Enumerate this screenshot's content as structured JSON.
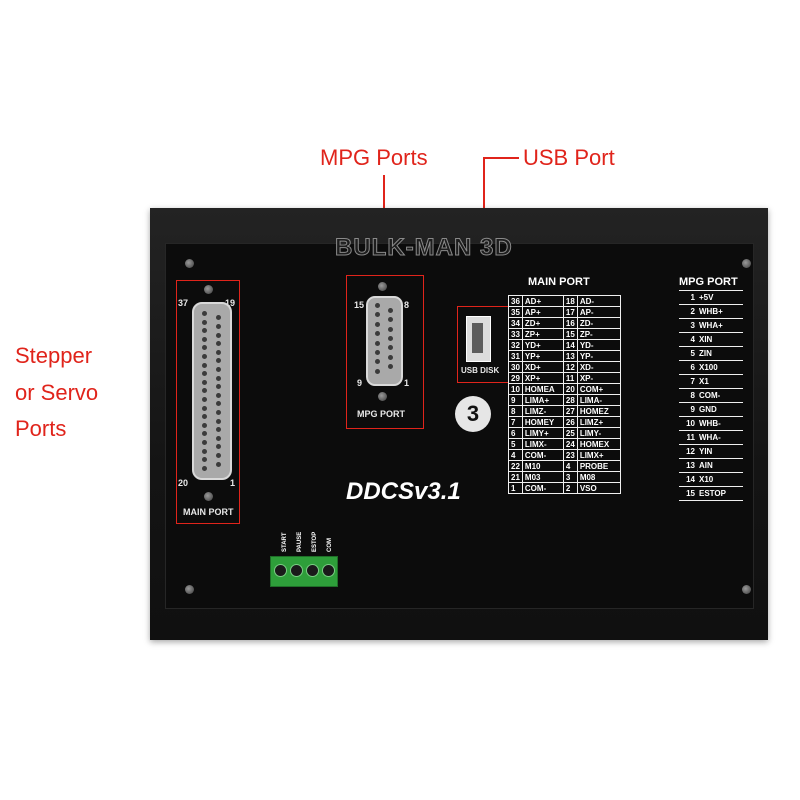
{
  "callouts": {
    "mpg": "MPG Ports",
    "usb": "USB Port",
    "stepper_1": "Stepper",
    "stepper_2": "or Servo",
    "stepper_3": "Ports"
  },
  "watermark": "BULK-MAN 3D",
  "device": {
    "model": "DDCSv3.1",
    "badge": "3",
    "main_connector": {
      "label": "MAIN PORT",
      "pin_tl": "37",
      "pin_tr": "19",
      "pin_bl": "20",
      "pin_br": "1"
    },
    "mpg_connector": {
      "label": "MPG PORT",
      "pin_tl": "15",
      "pin_tr": "8",
      "pin_bl": "9",
      "pin_br": "1"
    },
    "usb_label": "USB DISK",
    "terminal_labels": [
      "START",
      "PAUSE",
      "ESTOP",
      "COM"
    ]
  },
  "main_port": {
    "title": "MAIN PORT",
    "rows": [
      [
        "36",
        "AD+",
        "18",
        "AD-"
      ],
      [
        "35",
        "AP+",
        "17",
        "AP-"
      ],
      [
        "34",
        "ZD+",
        "16",
        "ZD-"
      ],
      [
        "33",
        "ZP+",
        "15",
        "ZP-"
      ],
      [
        "32",
        "YD+",
        "14",
        "YD-"
      ],
      [
        "31",
        "YP+",
        "13",
        "YP-"
      ],
      [
        "30",
        "XD+",
        "12",
        "XD-"
      ],
      [
        "29",
        "XP+",
        "11",
        "XP-"
      ],
      [
        "10",
        "HOMEA",
        "20",
        "COM+"
      ],
      [
        "9",
        "LIMA+",
        "28",
        "LIMA-"
      ],
      [
        "8",
        "LIMZ-",
        "27",
        "HOMEZ"
      ],
      [
        "7",
        "HOMEY",
        "26",
        "LIMZ+"
      ],
      [
        "6",
        "LIMY+",
        "25",
        "LIMY-"
      ],
      [
        "5",
        "LIMX-",
        "24",
        "HOMEX"
      ],
      [
        "4",
        "COM-",
        "23",
        "LIMX+"
      ],
      [
        "22",
        "M10",
        "4",
        "PROBE"
      ],
      [
        "21",
        "M03",
        "3",
        "M08"
      ],
      [
        "1",
        "COM-",
        "2",
        "VSO"
      ]
    ]
  },
  "mpg_port": {
    "title": "MPG PORT",
    "rows": [
      [
        "1",
        "+5V"
      ],
      [
        "2",
        "WHB+"
      ],
      [
        "3",
        "WHA+"
      ],
      [
        "4",
        "XIN"
      ],
      [
        "5",
        "ZIN"
      ],
      [
        "6",
        "X100"
      ],
      [
        "7",
        "X1"
      ],
      [
        "8",
        "COM-"
      ],
      [
        "9",
        "GND"
      ],
      [
        "10",
        "WHB-"
      ],
      [
        "11",
        "WHA-"
      ],
      [
        "12",
        "YIN"
      ],
      [
        "13",
        "AIN"
      ],
      [
        "14",
        "X10"
      ],
      [
        "15",
        "ESTOP"
      ]
    ]
  }
}
